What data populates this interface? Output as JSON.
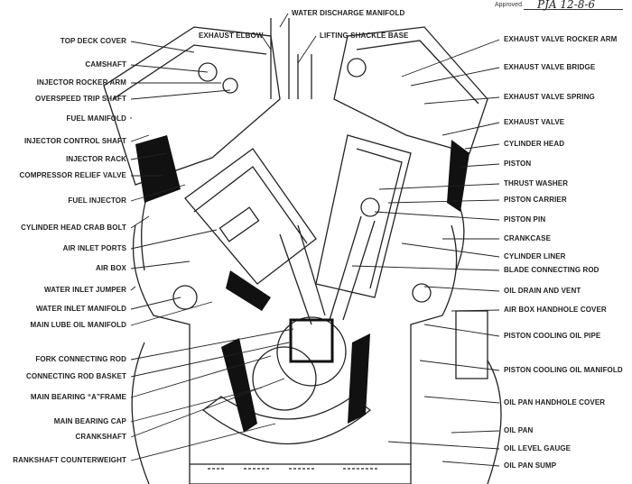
{
  "approval": {
    "label": "Approved",
    "signature": "PJA   12-8-6"
  },
  "labels_left": [
    "TOP DECK COVER",
    "CAMSHAFT",
    "INJECTOR ROCKER ARM",
    "OVERSPEED TRIP SHAFT",
    "FUEL MANIFOLD",
    "INJECTOR CONTROL SHAFT",
    "INJECTOR RACK",
    "COMPRESSOR RELIEF VALVE",
    "FUEL INJECTOR",
    "CYLINDER HEAD CRAB BOLT",
    "AIR INLET PORTS",
    "AIR BOX",
    "WATER INLET JUMPER",
    "WATER INLET MANIFOLD",
    "MAIN LUBE OIL MANIFOLD",
    "FORK CONNECTING ROD",
    "CONNECTING ROD BASKET",
    "MAIN BEARING “A”FRAME",
    "MAIN BEARING CAP",
    "CRANKSHAFT",
    "RANKSHAFT COUNTERWEIGHT"
  ],
  "labels_top": [
    "EXHAUST ELBOW",
    "WATER DISCHARGE MANIFOLD",
    "LIFTING SHACKLE BASE"
  ],
  "labels_right": [
    "EXHAUST VALVE ROCKER ARM",
    "EXHAUST VALVE BRIDGE",
    "EXHAUST VALVE SPRING",
    "EXHAUST VALVE",
    "CYLINDER HEAD",
    "PISTON",
    "THRUST WASHER",
    "PISTON CARRIER",
    "PISTON PIN",
    "CRANKCASE",
    "CYLINDER LINER",
    "BLADE CONNECTING ROD",
    "OIL DRAIN AND VENT",
    "AIR BOX HANDHOLE COVER",
    "PISTON COOLING OIL PIPE",
    "PISTON COOLING OIL MANIFOLD",
    "OIL PAN HANDHOLE COVER",
    "OIL PAN",
    "OIL LEVEL GAUGE",
    "OIL PAN SUMP"
  ]
}
